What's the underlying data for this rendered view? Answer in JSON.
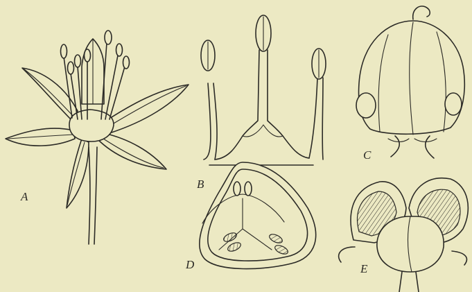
{
  "figure": {
    "labels": {
      "a": "A",
      "b": "B",
      "c": "C",
      "d": "D",
      "e": "E"
    },
    "ink_color": "#2b2a26",
    "paper_color": "#ece9c3"
  }
}
